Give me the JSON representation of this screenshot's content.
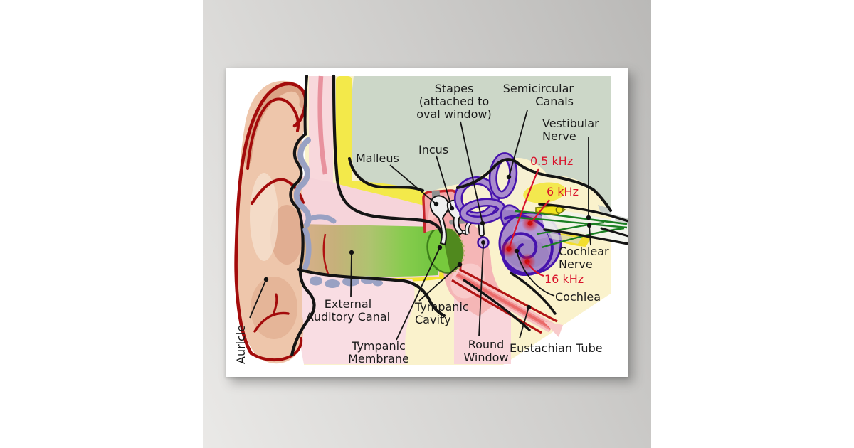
{
  "diagram": {
    "labels": {
      "stapes": "Stapes\n(attached to\noval window)",
      "semicircular_canals": "Semicircular\nCanals",
      "vestibular_nerve": "Vestibular\nNerve",
      "malleus": "Malleus",
      "incus": "Incus",
      "cochlear_nerve": "Cochlear\nNerve",
      "cochlea": "Cochlea",
      "external_auditory_canal": "External\nAuditory Canal",
      "tympanic_cavity": "Tympanic\nCavity",
      "tympanic_membrane": "Tympanic\nMembrane",
      "round_window": "Round\nWindow",
      "eustachian_tube": "Eustachian Tube",
      "auricle": "Auricle"
    },
    "frequency_markers": {
      "f_low": "0.5 kHz",
      "f_mid": "6 kHz",
      "f_high": "16 kHz"
    },
    "palette": {
      "label_text": "#1a1a1a",
      "frequency_red": "#d9122b",
      "sage_background": "#ccd7c8",
      "bone_cream": "#faf2cc",
      "bright_yellow": "#f3e94a",
      "skin_peach": "#eec6ab",
      "skin_shadow": "#d9a183",
      "helix_red": "#a30b0b",
      "outline_black": "#141414",
      "cartilage_blue": "#99a1c3",
      "canal_pink": "#f6d4da",
      "canal_green": "#6cc73e",
      "membrane_green_dark": "#4e861c",
      "recess_red": "#c6252b",
      "inner_ear_purple": "#a78bc8",
      "inner_ear_outline": "#4613ad",
      "nerve_green": "#1a7f22",
      "eustachian_pink": "#ea6a6a",
      "backdrop_gray": "#cfcecc"
    }
  }
}
